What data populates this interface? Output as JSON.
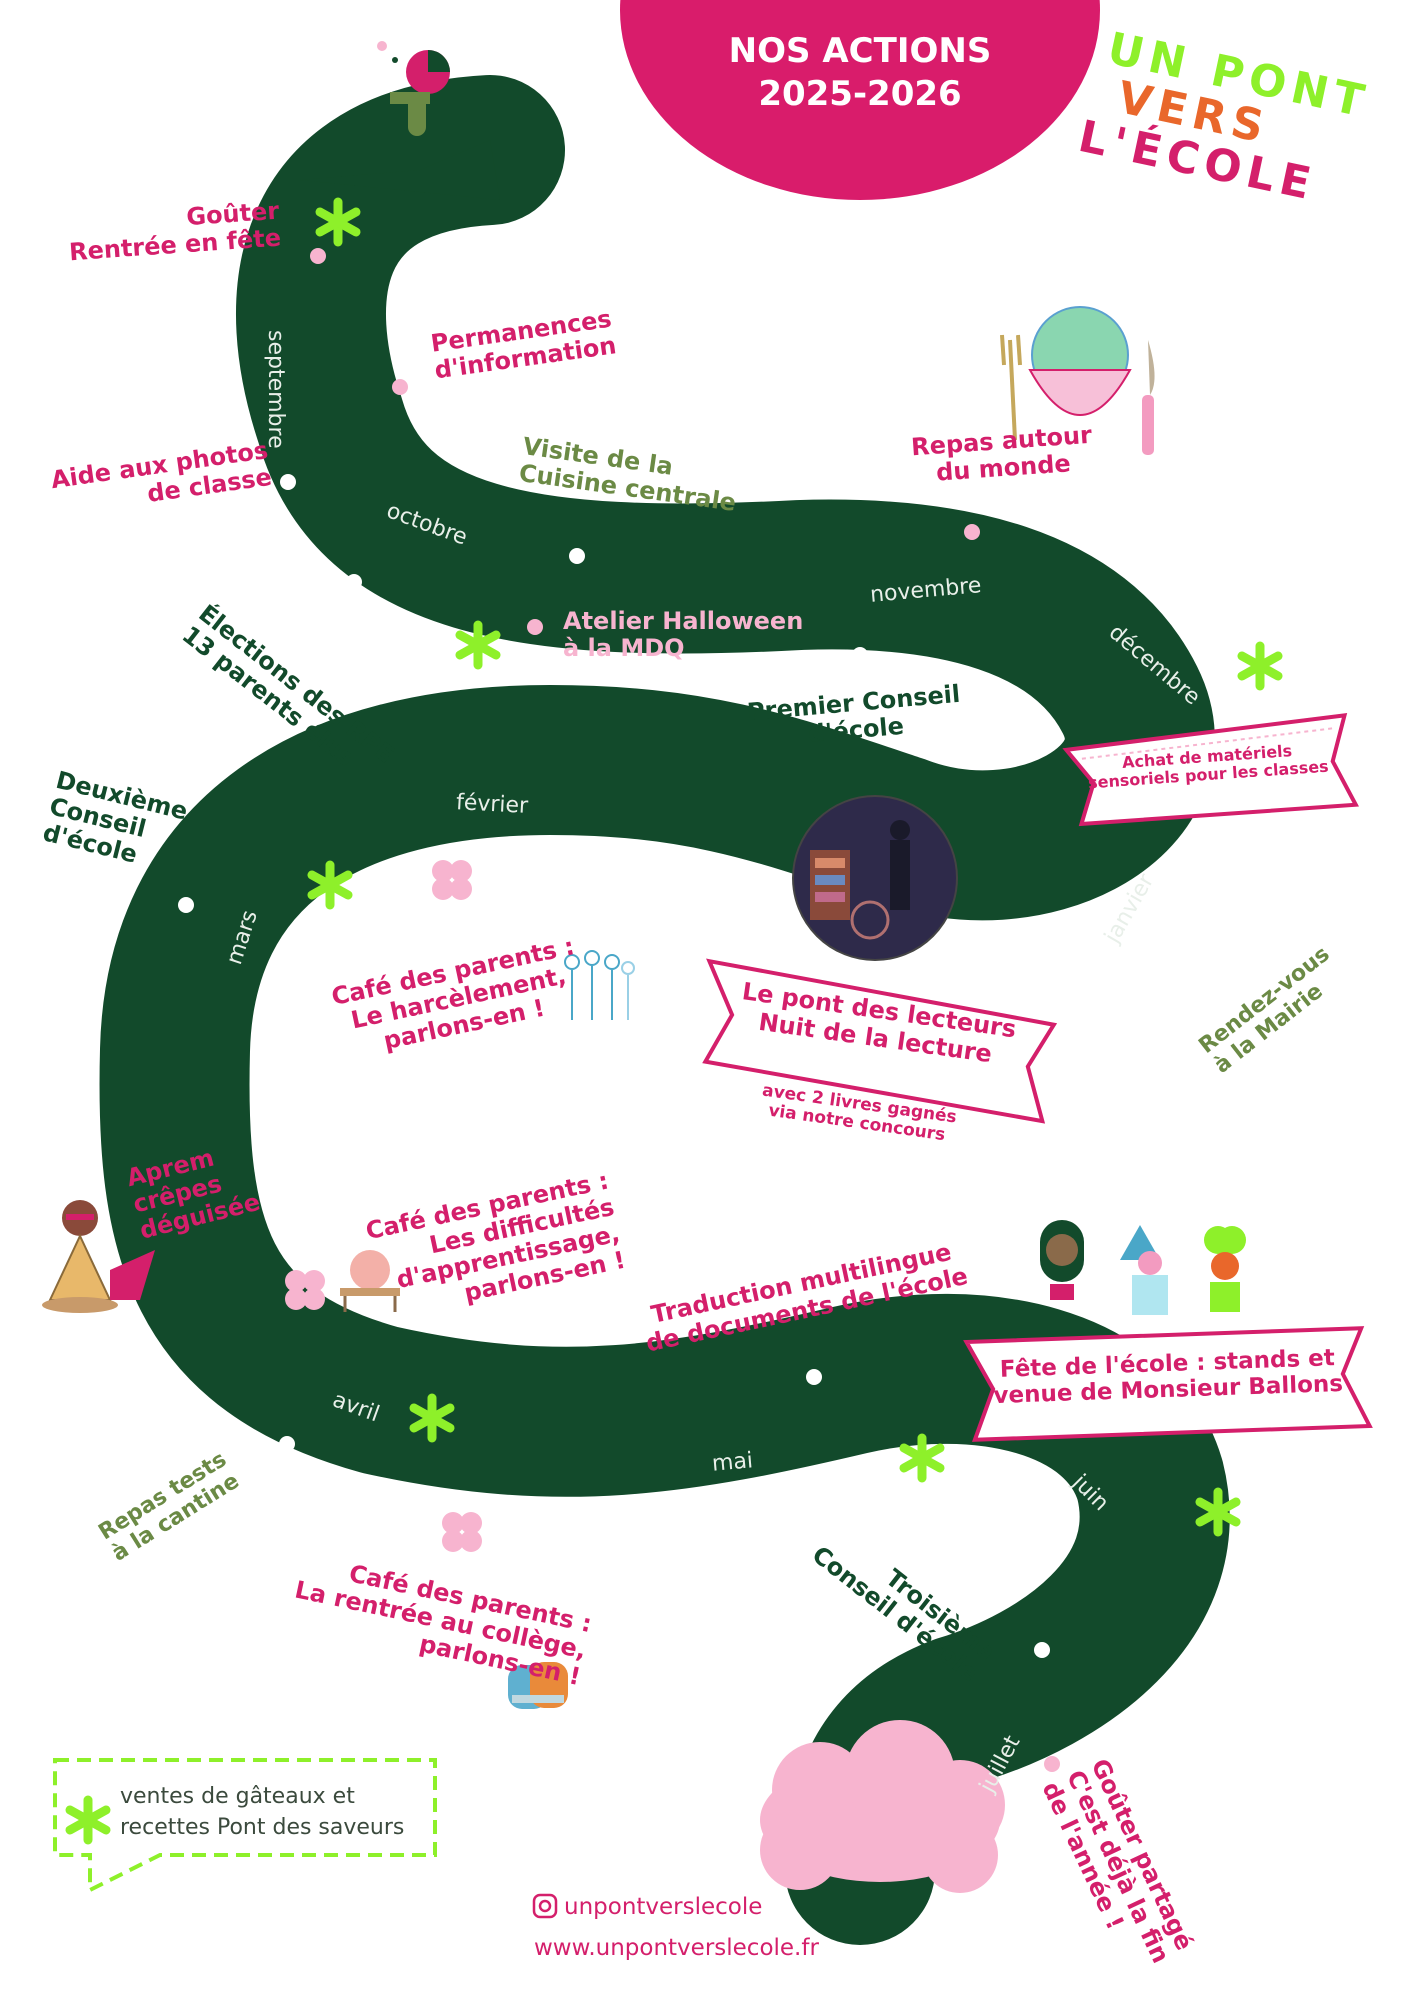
{
  "header": {
    "title_line1": "NOS ACTIONS",
    "title_line2": "2025-2026"
  },
  "logo": {
    "line1": "UN PONT",
    "line2": "VERS",
    "line3": "L'ÉCOLE"
  },
  "months": {
    "septembre": "septembre",
    "octobre": "octobre",
    "novembre": "novembre",
    "decembre": "décembre",
    "janvier": "janvier",
    "fevrier": "février",
    "mars": "mars",
    "avril": "avril",
    "mai": "mai",
    "juin": "juin",
    "juillet": "juillet"
  },
  "events": {
    "gouter_rentree": [
      "Goûter",
      "Rentrée en fête"
    ],
    "permanences": [
      "Permanences",
      "d'information"
    ],
    "aide_photos": [
      "Aide aux photos",
      "de classe"
    ],
    "visite_cuisine": [
      "Visite de la",
      "Cuisine centrale"
    ],
    "repas_monde": [
      "Repas autour",
      "du monde"
    ],
    "elections": [
      "Élections des RPE",
      "13 parents élus"
    ],
    "halloween": [
      "Atelier Halloween",
      "à la MDQ"
    ],
    "premier_conseil": [
      "Premier Conseil",
      "d'école"
    ],
    "deuxieme_conseil": [
      "Deuxième",
      "Conseil",
      "d'école"
    ],
    "cafe_harcelement": [
      "Café des parents :",
      "Le harcèlement,",
      "parlons-en !"
    ],
    "rdv_mairie": [
      "Rendez-vous",
      "à la Mairie"
    ],
    "aprem_crepes": [
      "Aprem",
      "crêpes",
      "déguisée"
    ],
    "cafe_difficultes": [
      "Café des parents :",
      "Les difficultés",
      "d'apprentissage,",
      "parlons-en !"
    ],
    "traduction": [
      "Traduction multilingue",
      "de documents de l'école"
    ],
    "repas_tests": [
      "Repas tests",
      "à la cantine"
    ],
    "troisieme_conseil": [
      "Troisième",
      "Conseil d'école"
    ],
    "cafe_college": [
      "Café des parents :",
      "La rentrée au collège,",
      "parlons-en !"
    ],
    "gouter_partage": [
      "Goûter partagé",
      "C'est déjà la fin",
      "de l'année !"
    ]
  },
  "ribbons": {
    "materiels": [
      "Achat de matériels",
      "sensoriels pour les classes"
    ],
    "lecteurs": [
      "Le  pont des lecteurs",
      "Nuit de la lecture"
    ],
    "lecteurs_sub": [
      "avec 2 livres gagnés",
      "via notre concours"
    ],
    "fete": [
      "Fête de l'école : stands et",
      "venue de Monsieur Ballons"
    ]
  },
  "legend": {
    "line1": "ventes de gâteaux et",
    "line2": "recettes Pont des saveurs"
  },
  "footer": {
    "instagram": "unpontverslecole",
    "website": "www.unpontverslecole.fr"
  },
  "colors": {
    "road": "#124a2b",
    "pink": "#d41f6b",
    "lime": "#8ef02a",
    "olive": "#6b8a45",
    "cloud": "#f7b4cf"
  },
  "icons": [
    "star-icon",
    "flower-icon",
    "cloud-icon",
    "instagram-icon",
    "fork-icon",
    "knife-icon",
    "bowl-icon"
  ]
}
